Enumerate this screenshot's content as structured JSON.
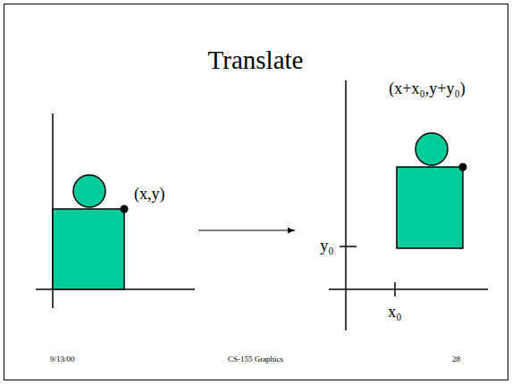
{
  "diagram": {
    "title": "Translate",
    "labels": [
      "(x,y)",
      "(x+x₀,y+y₀)",
      "y₀",
      "x₀",
      "9/13/00",
      "CS-155 Graphics",
      "28"
    ]
  }
}
